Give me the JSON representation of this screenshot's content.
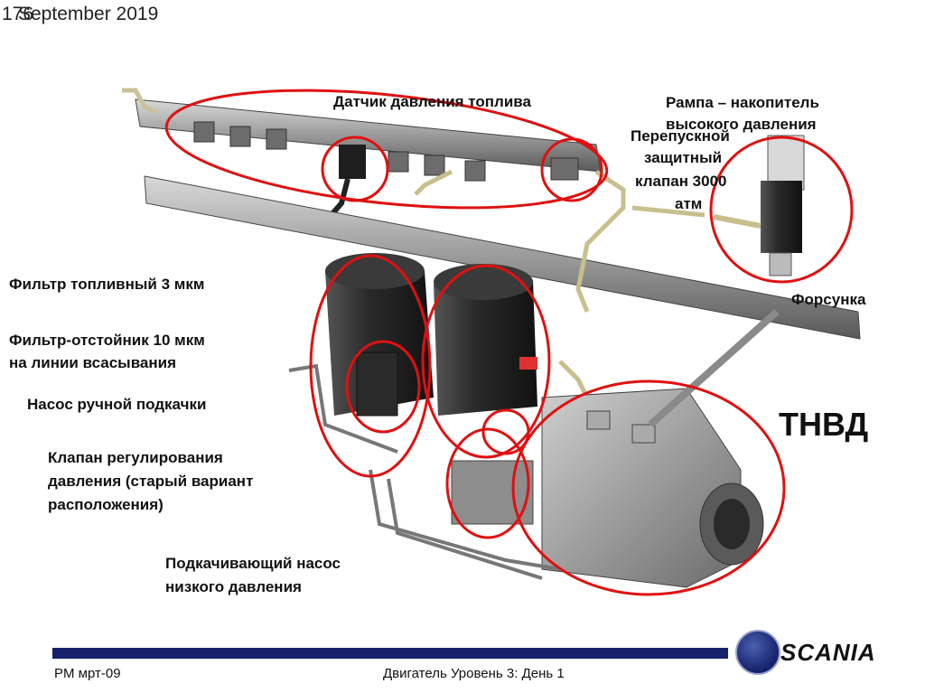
{
  "header": {
    "slide_number": "176",
    "date": "September 2019"
  },
  "labels": {
    "pressure_sensor": "Датчик давления топлива",
    "rail_line1": "Рампа – накопитель",
    "rail_line2": "высокого давления",
    "bypass_line1": "Перепускной",
    "bypass_line2": "защитный",
    "bypass_line3": "клапан 3000",
    "bypass_line4": "атм",
    "injector": "Форсунка",
    "filter_3": "Фильтр топливный 3 мкм",
    "filter_10_line1": "Фильтр-отстойник 10 мкм",
    "filter_10_line2": "на линии всасывания",
    "hand_pump": "Насос ручной подкачки",
    "valve_line1": "Клапан регулирования",
    "valve_line2": "давления (старый вариант",
    "valve_line3": "расположения)",
    "lp_pump_line1": "Подкачивающий насос",
    "lp_pump_line2": "низкого давления",
    "hp_pump": "ТНВД"
  },
  "footer": {
    "left": "PM мрт-09",
    "center": "Двигатель Уровень 3: День 1",
    "brand": "SCANIA"
  },
  "colors": {
    "highlight": "#e01010",
    "footer_bar": "#15216b"
  }
}
